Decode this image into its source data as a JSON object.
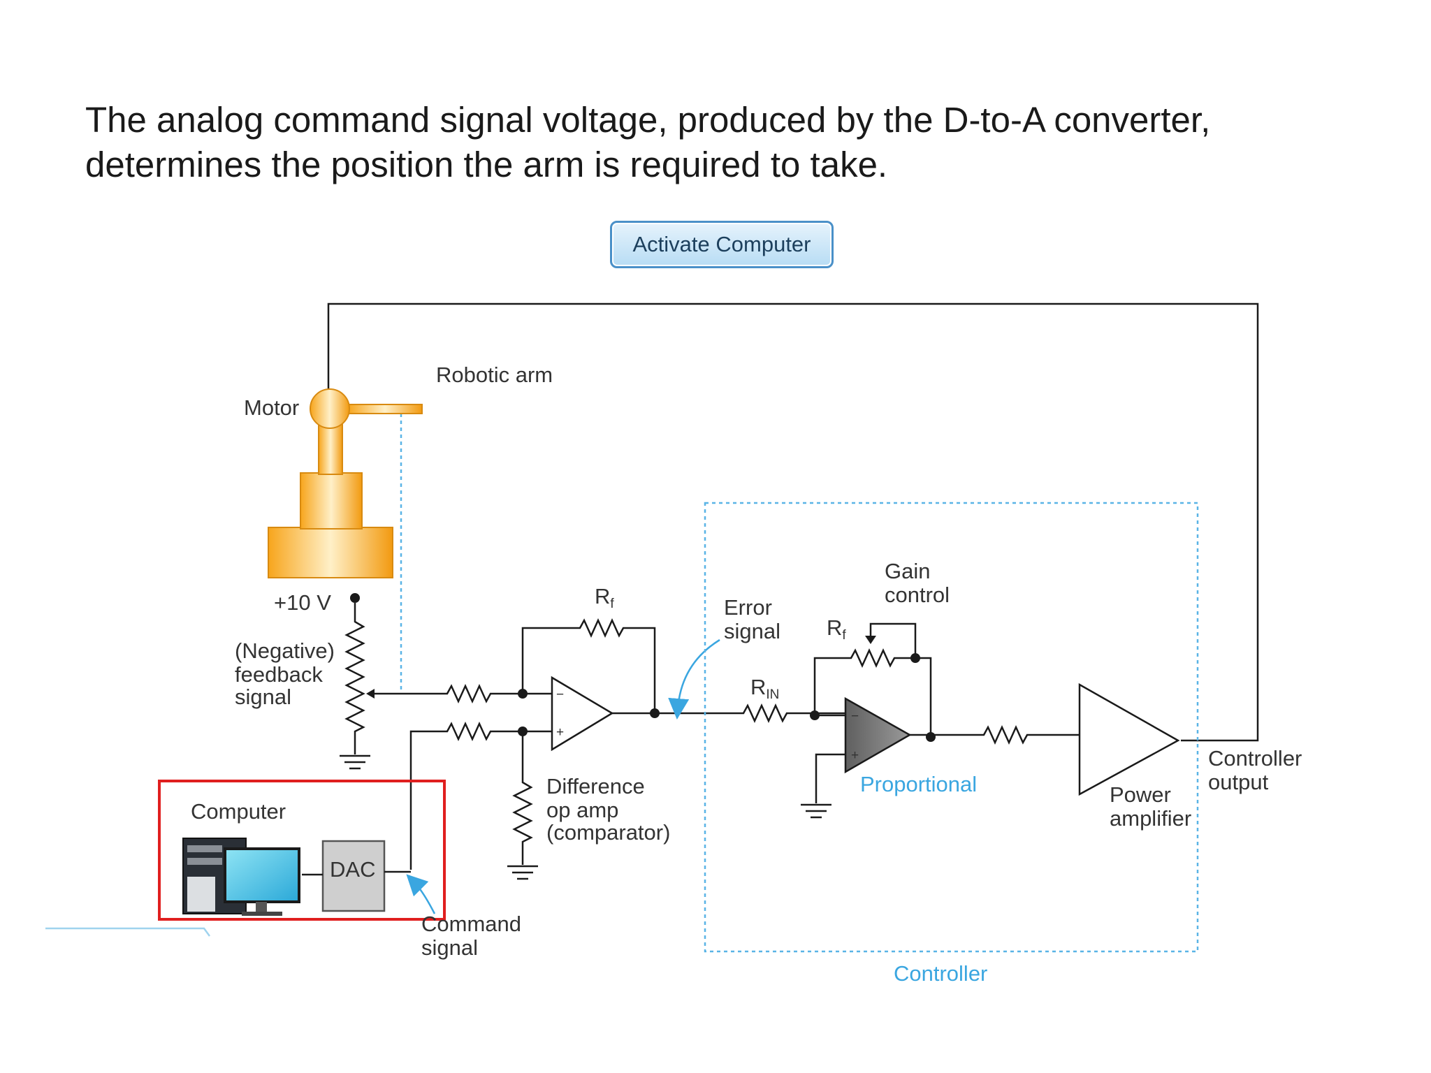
{
  "instruction": {
    "line1": "The analog command signal voltage, produced by the D-to-A converter,",
    "line2": "determines the position the arm is required to take."
  },
  "activate_button": {
    "label": "Activate Computer"
  },
  "diagram": {
    "labels": {
      "robotic_arm": "Robotic arm",
      "motor": "Motor",
      "plus_10v": "+10 V",
      "negative_feedback": [
        "(Negative)",
        "feedback",
        "signal"
      ],
      "computer": "Computer",
      "dac": "DAC",
      "command_signal": [
        "Command",
        "signal"
      ],
      "difference_op_amp": [
        "Difference",
        "op amp",
        "(comparator)"
      ],
      "error_signal": [
        "Error",
        "signal"
      ],
      "gain_control": [
        "Gain",
        "control"
      ],
      "proportional": "Proportional",
      "power_amplifier": [
        "Power",
        "amplifier"
      ],
      "controller_output": [
        "Controller",
        "output"
      ],
      "controller": "Controller"
    },
    "resistors": {
      "rf_main": "R",
      "rf_main_sub": "f",
      "rf_prop": "R",
      "rf_prop_sub": "f",
      "rin": "R",
      "rin_sub": "IN"
    },
    "opamp_signs": {
      "minus": "−",
      "plus": "+"
    },
    "colors": {
      "highlight_box": "#e01f1f",
      "controller_dashed": "#5ab4e6",
      "accent_blue": "#3aa6e0",
      "arm_orange": "#f4a521",
      "button_border": "#4a90c8"
    }
  }
}
